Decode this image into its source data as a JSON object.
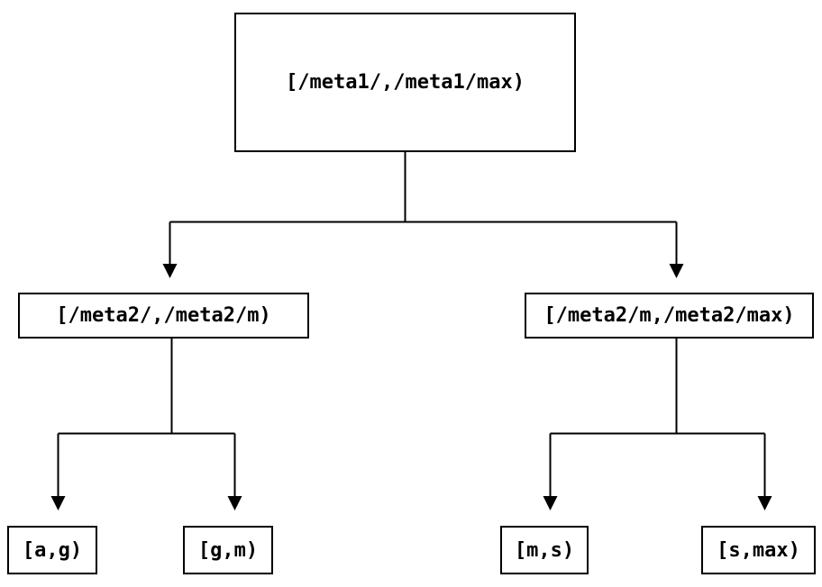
{
  "diagram": {
    "type": "tree",
    "nodes": {
      "root": {
        "label": "[/meta1/,/meta1/max)"
      },
      "left": {
        "label": "[/meta2/,/meta2/m)"
      },
      "right": {
        "label": "[/meta2/m,/meta2/max)"
      },
      "leaf_ag": {
        "label": "[a,g)"
      },
      "leaf_gm": {
        "label": "[g,m)"
      },
      "leaf_ms": {
        "label": "[m,s)"
      },
      "leaf_smax": {
        "label": "[s,max)"
      }
    },
    "edges": [
      {
        "from": "root",
        "to": "left"
      },
      {
        "from": "root",
        "to": "right"
      },
      {
        "from": "left",
        "to": "leaf_ag"
      },
      {
        "from": "left",
        "to": "leaf_gm"
      },
      {
        "from": "right",
        "to": "leaf_ms"
      },
      {
        "from": "right",
        "to": "leaf_smax"
      }
    ],
    "colors": {
      "background": "#ffffff",
      "line": "#000000",
      "node_fill": "#ffffff",
      "text": "#000000"
    }
  }
}
